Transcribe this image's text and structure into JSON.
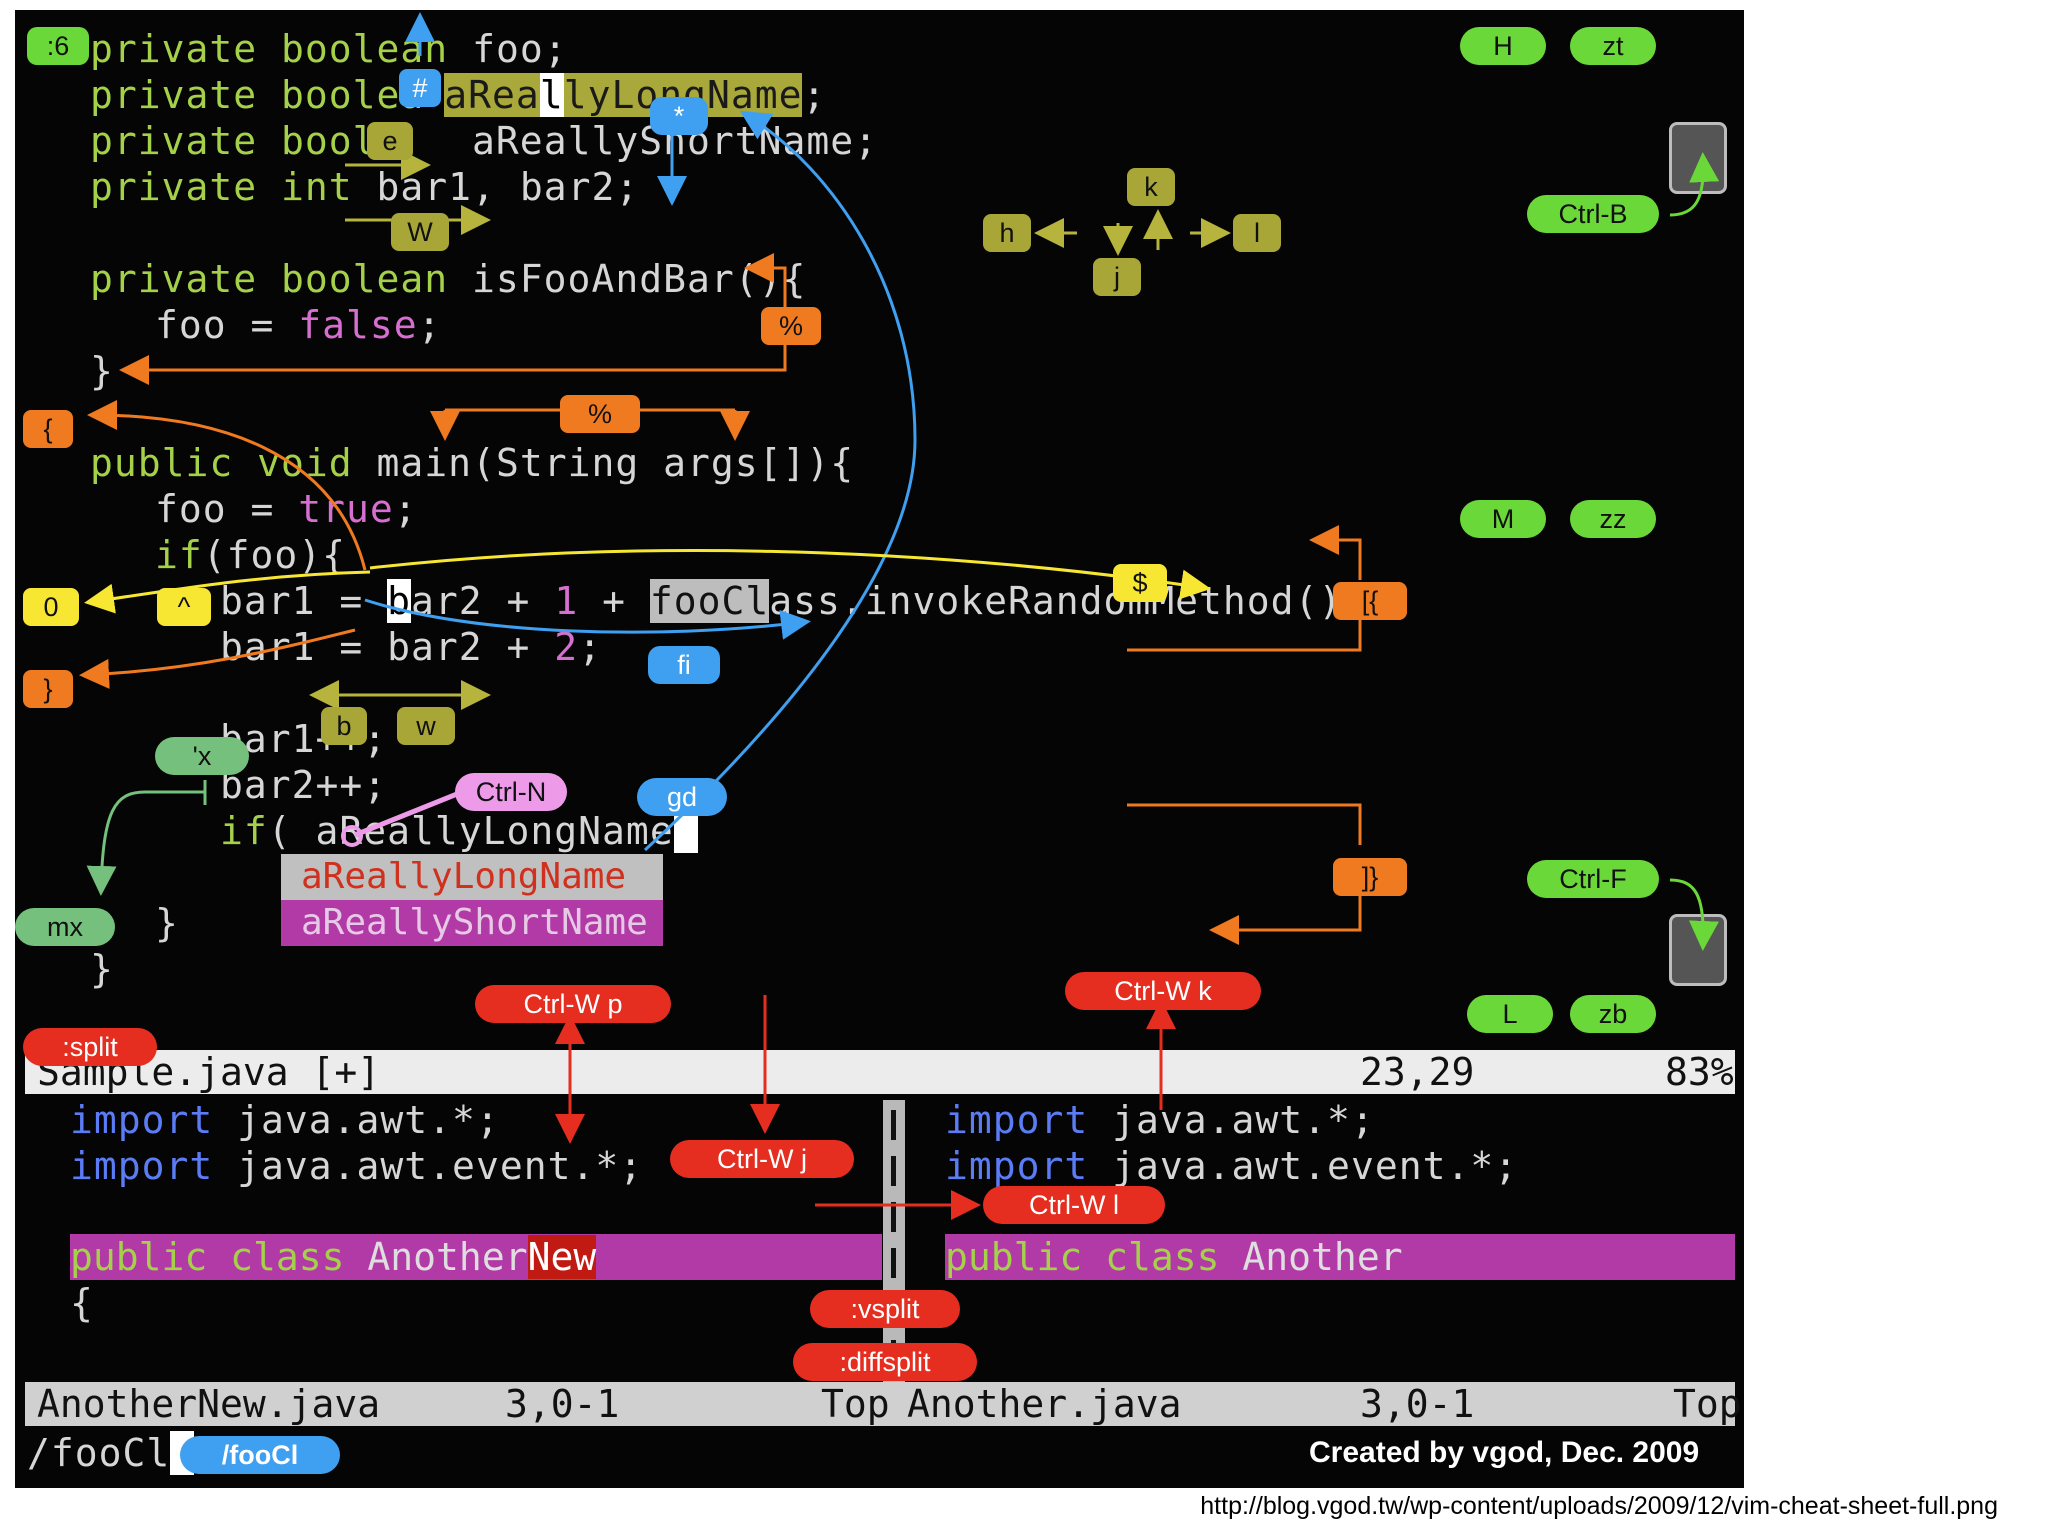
{
  "code": {
    "l1": [
      "private",
      " boolean",
      " foo;"
    ],
    "l2a": "private boolea",
    "l2b": "aRea",
    "l2c": "l",
    "l2d": "lyLongName",
    "l2e": ";",
    "l3a": "private boole",
    "l3b": "   aReallyShortName;",
    "l4a": "private int",
    "l4b": " bar1, bar2;",
    "l5a": "private boolean",
    "l5b": " isFooAndBar(){",
    "l6a": "foo = ",
    "l6b": "false",
    "l6c": ";",
    "l7": "}",
    "l8a": "public void",
    "l8b": " main(String args[]){",
    "l9a": "foo = ",
    "l9b": "true",
    "l9c": ";",
    "l10a": "if",
    "l10b": "(foo){",
    "l11a": "bar1 = ",
    "l11b": "b",
    "l11c": "ar2 + ",
    "l11d": "1",
    "l11e": " + ",
    "l11f": "fooCl",
    "l11g": "ass.invokeRandomMethod();",
    "l12a": "bar1 = bar2 + ",
    "l12b": "2",
    "l12c": ";",
    "l13": "bar1++;",
    "l14": "bar2++;",
    "l15a": "if",
    "l15b": "( aReallyLongName",
    "l16": "}",
    "l17": "}",
    "menu1": "aReallyLongName",
    "menu2": "aReallyShortName"
  },
  "status1": {
    "file": "Sample.java [+]",
    "pos": "23,29",
    "pct": "83%"
  },
  "lower_left": {
    "imp1a": "import",
    "imp1b": " java.awt.*;",
    "imp2a": "import",
    "imp2b": " java.awt.event.*;",
    "cls_a": "public class",
    "cls_b": " Another",
    "cls_c": "New",
    "brace": "{"
  },
  "lower_right": {
    "imp1a": "import",
    "imp1b": " java.awt.*;",
    "imp2a": "import",
    "imp2b": " java.awt.event.*;",
    "cls_a": "public class",
    "cls_b": " Another"
  },
  "status2": {
    "left_file": "AnotherNew.java",
    "left_pos": "3,0-1",
    "left_top": "Top",
    "right_file": "Another.java",
    "right_pos": "3,0-1",
    "right_top": "Top"
  },
  "cmdline": {
    "text": "/fooCl",
    "badge": "/fooCl"
  },
  "signature": "Created by vgod, Dec. 2009",
  "credit": "http://blog.vgod.tw/wp-content/uploads/2009/12/vim-cheat-sheet-full.png",
  "badges": {
    "b6": ":6",
    "hash": "#",
    "star": "*",
    "e": "e",
    "W": "W",
    "percent1": "%",
    "percent2": "%",
    "brace_open": "{",
    "brace_close": "}",
    "zero": "0",
    "caret": "^",
    "dollar": "$",
    "fi": "fi",
    "b": "b",
    "w": "w",
    "tick_x": "'x",
    "mx": "mx",
    "ctrl_n": "Ctrl-N",
    "gd": "gd",
    "H": "H",
    "zt": "zt",
    "ctrl_b": "Ctrl-B",
    "M": "M",
    "zz": "zz",
    "ctrl_f": "Ctrl-F",
    "L": "L",
    "zb": "zb",
    "k": "k",
    "h": "h",
    "l": "l",
    "j": "j",
    "sq_open": "[{",
    "sq_close": "]}",
    "split": ":split",
    "ctrl_wp": "Ctrl-W p",
    "ctrl_wk": "Ctrl-W k",
    "ctrl_wj": "Ctrl-W j",
    "ctrl_wl": "Ctrl-W l",
    "vsplit": ":vsplit",
    "diffsplit": ":diffsplit"
  },
  "colors": {
    "green": "#6bd83a",
    "olive": "#a8a636",
    "orange": "#f07a1f",
    "blue": "#3f9ff0",
    "yellow": "#f7e733",
    "red": "#e52d20",
    "pink": "#ed9be9",
    "keyword": "#a5d14a",
    "literal": "#d66fd0"
  }
}
